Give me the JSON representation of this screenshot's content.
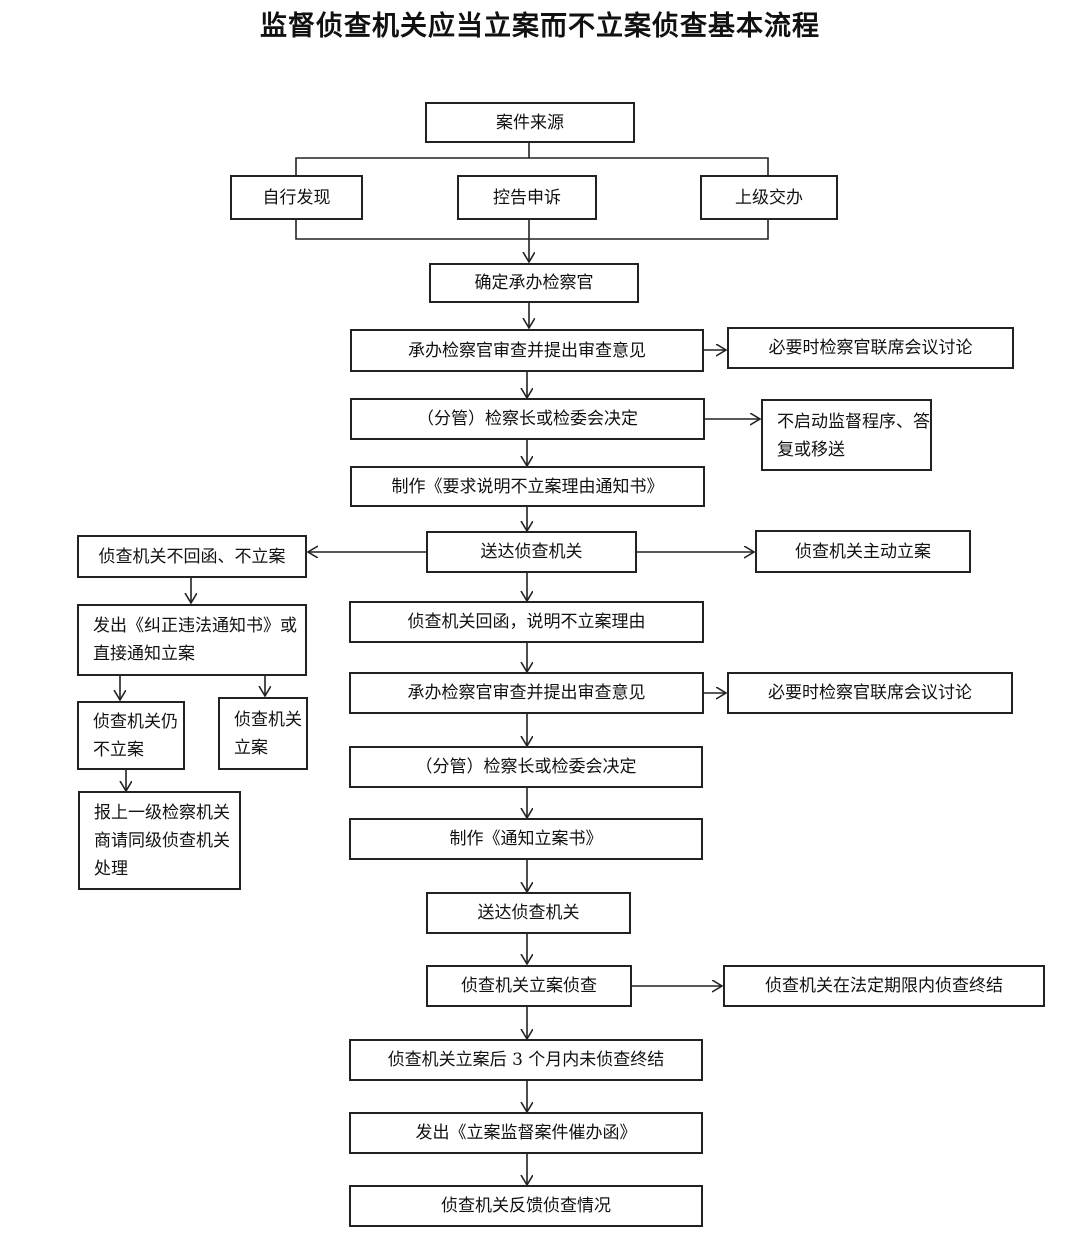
{
  "title": "监督侦查机关应当立案而不立案侦查基本流程",
  "nodes": {
    "source": "案件来源",
    "self_found": "自行发现",
    "complaint": "控告申诉",
    "superior_assign": "上级交办",
    "assign_prosecutor": "确定承办检察官",
    "review_opinion_1": "承办检察官审查并提出审查意见",
    "joint_meeting_1": "必要时检察官联席会议讨论",
    "decision_1": "（分管）检察长或检委会决定",
    "no_supervision": "不启动监督程序、答复或移送",
    "make_request_notice": "制作《要求说明不立案理由通知书》",
    "deliver_1": "送达侦查机关",
    "no_reply_no_case": "侦查机关不回函、不立案",
    "active_filing": "侦查机关主动立案",
    "issue_correction": "发出《纠正违法通知书》或直接通知立案",
    "reply_reason": "侦查机关回函，说明不立案理由",
    "still_no_case": "侦查机关仍不立案",
    "filed_case": "侦查机关立案",
    "review_opinion_2": "承办检察官审查并提出审查意见",
    "joint_meeting_2": "必要时检察官联席会议讨论",
    "report_superior": "报上一级检察机关商请同级侦查机关处理",
    "decision_2": "（分管）检察长或检委会决定",
    "make_filing_notice": "制作《通知立案书》",
    "deliver_2": "送达侦查机关",
    "investigate": "侦查机关立案侦查",
    "conclude_in_term": "侦查机关在法定期限内侦查终结",
    "not_concluded_3m": "侦查机关立案后 3 个月内未侦查终结",
    "issue_urge_letter": "发出《立案监督案件催办函》",
    "feedback": "侦查机关反馈侦查情况"
  }
}
